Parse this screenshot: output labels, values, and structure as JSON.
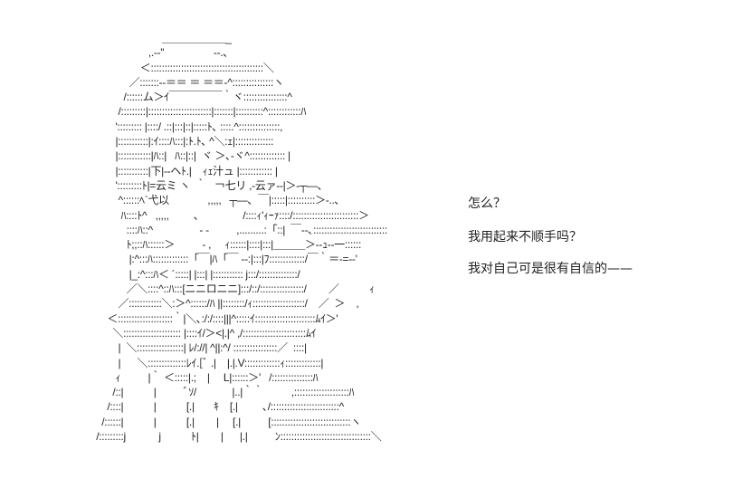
{
  "art_lines": [
    "                              ＿＿＿＿＿＿_",
    "                         ,.-‐''                  ‐-.､",
    "                      ＜:::::::::::::::::::::::::::::::::::::::::＼",
    "                  ／:::::::‐-＝＝ ＝ ＝＝-^:::::::::::::::ヽ",
    "                /::::::ム＞ｲ￣￣￣￣￣｀ヾ::::::::::::::::^",
    "              /:::::::::|:::::::::::::::::::::::|:::::::|::::::::::^::::::::::::ﾊ",
    "             '::::::::: |::::/ .::|:::|::|:::::ﾄ､ ::::.^:::::::::::::::,",
    "             |:::::::::::|:ｲ::::ﾊ:::|:ﾄ.ﾄ､ ^＼:ｪ|::::::::::::::",
    "             |::::::::::::|ﾊ::|   ﾊ::|::|  ヾ ＞､-ヾ^::::::::::::: |",
    "             |:::::::::::|下|‐-ヘﾄ.|    ｨｪ汁ュ |:::::::::::: |",
    "             ':::::::::ﾄ|=云ミ ヽ  ｀   ￢七リ ,-云ァ‐‐|＞-┬―､",
    "              ^::::::ﾍ`弋以              ,,,,,   ┬―､  ￣|:::::|::::::::::＞-..､",
    "               ﾊ::::ﾄ^   ,,,,,         ､                /::::ｨ'ｨｰｧ::::/::::::::::::::::::::::::＞",
    "                 ::::ﾊ::^                 - -          ,.........:「::|  ￣‐-､:::::::::::::::::::::::::::",
    "                 ﾄ;;::ﾊ::::::＞          - ,     ｨ::::::|::::|:::|＿＿＿＞-‐ｭ‐‐一::::::",
    "                  |:^:::ﾊ:::::::::::::「￣|ﾊ「￣ ‐-:|:::|ﾌ:::::::::::::/￣｀＝‐=‐-'",
    "                  |_:^:::ﾊ＜ ´:::::| |:::| |::::::::::: j:::/::::::::::::::/",
    "                 ／＼::::^::ﾊ:::[ニニロニニ]:::/::/::::::::::::::::/        ／           ｨ",
    "              ／::::::::::::＼:＞^::::::/ﾊ ||::::::::/ｨ:::::::::::::::::::/    ／  ＞    ,",
    "          ＜::::::::::::::::::::｀|＼､:/:/::::|||^:::::ｲ::::::::::::::::::::::ﾑｲ＞'",
    "            ＼::::::::::::::::::::: |::::ｲ/＞<|.|^ ,/:::::::::::::::::::::::ﾑｲ",
    "              |  ＼:::::::::::::::::| ﾚ/://| ^||:^/ ::::::::::::::::／  ::::|",
    "              |      ＼::::::::::::::ﾚｲ.[ﾞ .|    |.|.V:::::::::::::ｨ:::::::::::::|",
    "             ｨ          |｀ ＜:::::|.;    |     L|::::::＞'   /:::::::::::::::ﾊ",
    "            /::|           |          ﾞｿ/             |..|｀｀          ,::::::::::::::::::::ﾊ",
    "          /::::|           |           [.|       ｷ    [.|         ､/:::::::::::::::::::::::::^",
    "        /::::::|           |           [.|        |     [.|          [:::::::::::::::::::::::::::::ヽ",
    "      /:::::::::j            j           ﾄ|        |      |.|          ﾝ:::::::::::::::::::::::::::::::::＼"
  ],
  "dialog": [
    "怎么？",
    "我用起来不顺手吗？",
    "我对自己可是很有自信的——"
  ]
}
